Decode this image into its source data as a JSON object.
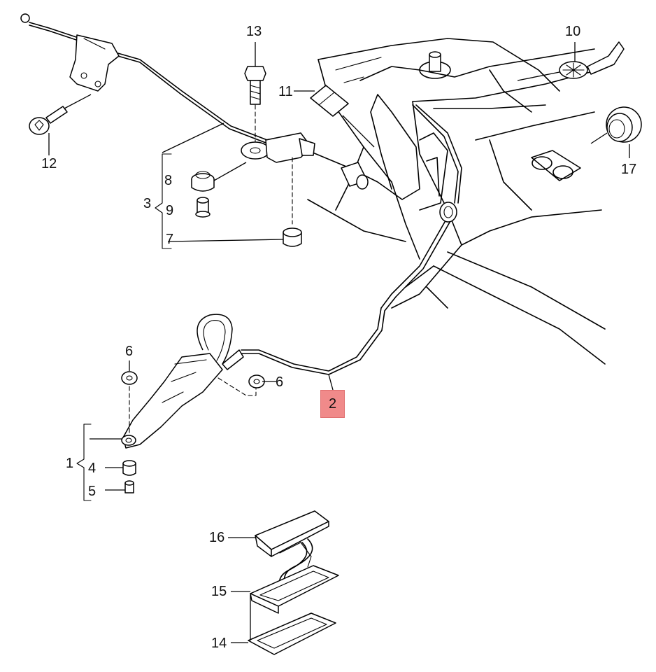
{
  "labels": {
    "p1": "1",
    "p2": "2",
    "p3": "3",
    "p4": "4",
    "p5": "5",
    "p6a": "6",
    "p6b": "6",
    "p7": "7",
    "p8": "8",
    "p9": "9",
    "p10": "10",
    "p11": "11",
    "p12": "12",
    "p13": "13",
    "p14": "14",
    "p15": "15",
    "p16": "16",
    "p17": "17"
  },
  "highlight": {
    "part": "2",
    "color": "#f08a8a"
  }
}
